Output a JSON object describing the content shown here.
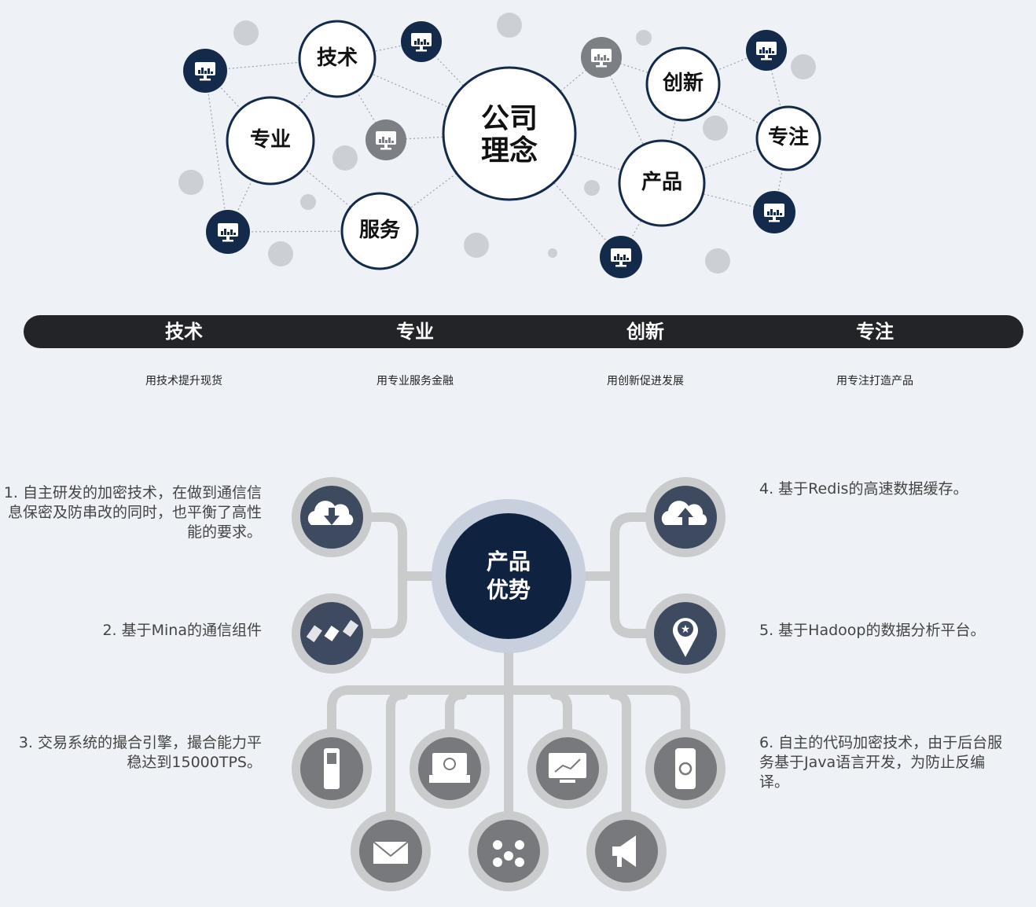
{
  "concept_diagram": {
    "center": [
      "公司",
      "理念"
    ],
    "nodes": [
      "技术",
      "专业",
      "服务",
      "创新",
      "专注",
      "产品"
    ],
    "node_icon": "monitor-chart-icon"
  },
  "values_bar": {
    "items": [
      {
        "title": "技术",
        "subtitle": "用技术提升现货"
      },
      {
        "title": "专业",
        "subtitle": "用专业服务金融"
      },
      {
        "title": "创新",
        "subtitle": "用创新促进发展"
      },
      {
        "title": "专注",
        "subtitle": "用专注打造产品"
      }
    ],
    "bar_color": "#232427"
  },
  "advantages": {
    "center": [
      "产品",
      "优势"
    ],
    "center_color": "#0f2341",
    "features": [
      "1. 自主研发的加密技术，在做到通信信息保密及防串改的同时，也平衡了高性能的要求。",
      "2. 基于Mina的通信组件",
      "3. 交易系统的撮合引擎，撮合能力平稳达到15000TPS。",
      "4. 基于Redis的高速数据缓存。",
      "5. 基于Hadoop的数据分析平台。",
      "6. 自主的代码加密技术，由于后台服务基于Java语言开发，为防止反编译。"
    ],
    "icons": [
      "cloud-download-icon",
      "satellite-icon",
      "cloud-upload-icon",
      "location-star-icon",
      "mobile-phone-icon",
      "laptop-globe-icon",
      "monitor-chart-icon",
      "smartphone-touch-icon",
      "envelope-icon",
      "people-group-icon",
      "megaphone-icon"
    ]
  }
}
